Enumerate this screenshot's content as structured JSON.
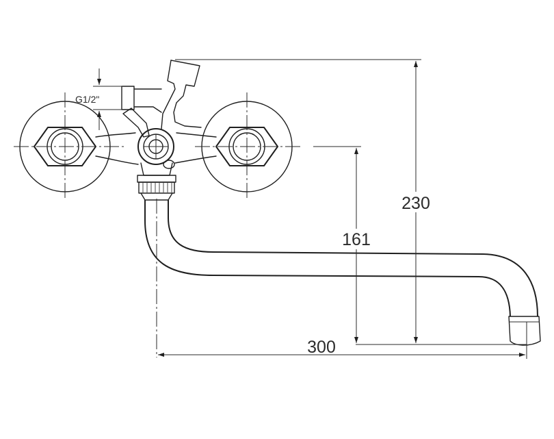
{
  "dimensions": {
    "height_total": "230",
    "height_outlet": "161",
    "spout_length": "300",
    "thread": "G1/2\""
  }
}
